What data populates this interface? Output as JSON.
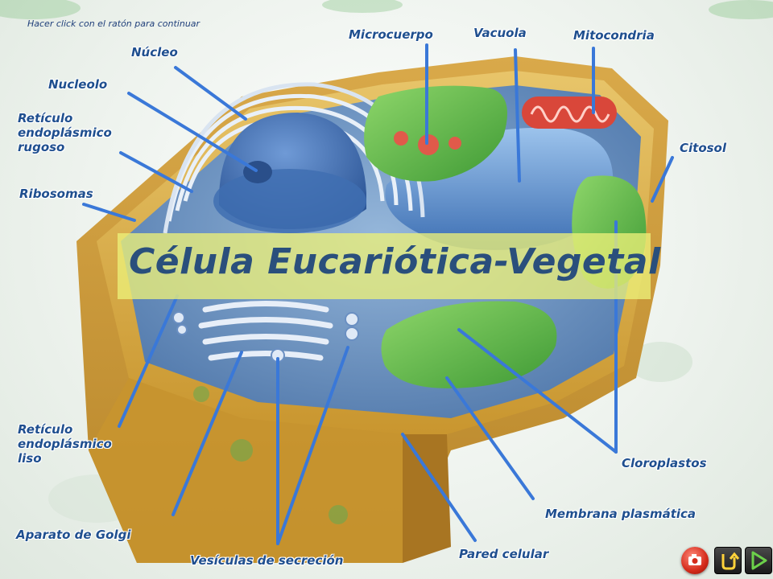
{
  "hint": "Hacer click con el ratón para continuar",
  "title": "Célula Eucariótica-Vegetal",
  "labels": {
    "nucleo": "Núcleo",
    "nucleolo": "Nucleolo",
    "rer_1": "Retículo",
    "rer_2": "endoplásmico",
    "rer_3": "rugoso",
    "ribosomas": "Ribosomas",
    "microcuerpo": "Microcuerpo",
    "vacuola": "Vacuola",
    "mitocondria": "Mitocondria",
    "citosol": "Citosol",
    "ser_1": "Retículo",
    "ser_2": "endoplásmico",
    "ser_3": "liso",
    "cloroplastos": "Cloroplastos",
    "membrana": "Membrana plasmática",
    "golgi": "Aparato de Golgi",
    "pared": "Pared celular",
    "vesiculas": "Vesículas de secreción"
  },
  "icons": {
    "camera": "camera-icon",
    "back": "return-icon",
    "next": "next-icon"
  },
  "colors": {
    "label": "#1f4f8f",
    "arrow": "#3a78d8",
    "title": "#2a4f7c",
    "title_band": "#ecf078"
  }
}
